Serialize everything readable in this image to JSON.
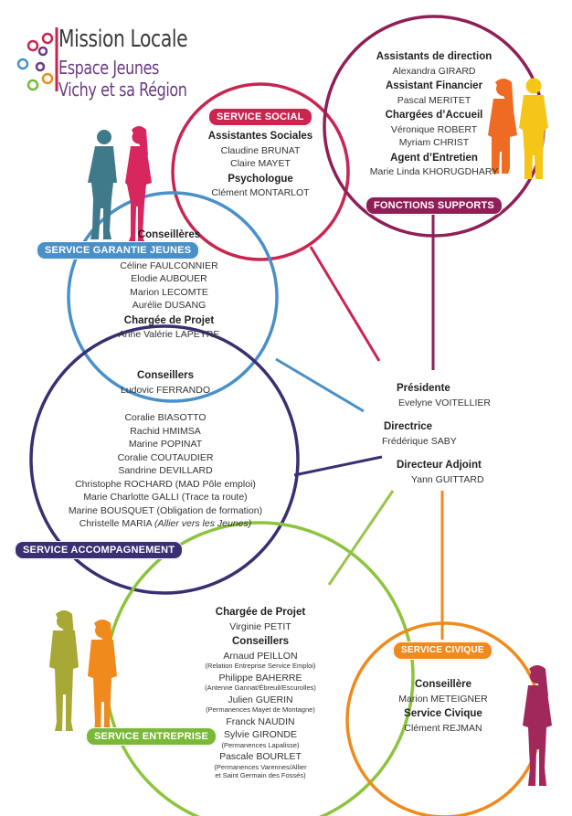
{
  "logo": {
    "line1": "Mission Locale",
    "line2": "Espace Jeunes",
    "line3": "Vichy et sa Région"
  },
  "colors": {
    "social": "#c8254f",
    "supports": "#8e1f57",
    "garantie": "#4a90c8",
    "accompagnement": "#3a2f72",
    "entreprise": "#7ab83a",
    "civique": "#f08a1c"
  },
  "service_social": {
    "badge": "SERVICE SOCIAL",
    "h1": "Assistantes Sociales",
    "p1": "Claudine BRUNAT",
    "p2": "Claire MAYET",
    "h2": "Psychologue",
    "p3": "Clément MONTARLOT"
  },
  "fonctions_supports": {
    "badge": "FONCTIONS SUPPORTS",
    "h1": "Assistants de direction",
    "p1": "Alexandra GIRARD",
    "h2": "Assistant Financier",
    "p2": "Pascal MERITET",
    "h3": "Chargées d’Accueil",
    "p3": "Véronique ROBERT",
    "p4": "Myriam CHRIST",
    "h4": "Agent d’Entretien",
    "p5": "Marie Linda KHORUGDHARY"
  },
  "garantie_jeunes": {
    "badge": "SERVICE GARANTIE JEUNES",
    "h1": "Conseillères",
    "p1": "Céline FAULCONNIER",
    "p2": "Elodie AUBOUER",
    "p3": "Marion LECOMTE",
    "p4": "Aurélie DUSANG",
    "h2": "Chargée de Projet",
    "p5": "Anne Valérie LAPEYRE"
  },
  "accompagnement": {
    "badge": "SERVICE ACCOMPAGNEMENT",
    "h1": "Conseillers",
    "p1": "Ludovic FERRANDO",
    "p2": "Coralie BIASOTTO",
    "p3": "Rachid HMIMSA",
    "p4": "Marine POPINAT",
    "p5": "Coralie COUTAUDIER",
    "p6": "Sandrine DEVILLARD",
    "p7": "Christophe ROCHARD (MAD Pôle emploi)",
    "p8": "Marie Charlotte GALLI (Trace ta route)",
    "p9": "Marine BOUSQUET (Obligation de formation)",
    "p10a": "Christelle MARIA ",
    "p10b": "(Allier vers les Jeunes)"
  },
  "direction": {
    "h1": "Présidente",
    "p1": "Evelyne VOITELLIER",
    "h2": "Directrice",
    "p2": "Frédérique SABY",
    "h3": "Directeur Adjoint",
    "p3": "Yann GUITTARD"
  },
  "entreprise": {
    "badge": "SERVICE ENTREPRISE",
    "h1": "Chargée de Projet",
    "p1": "Virginie PETIT",
    "h2": "Conseillers",
    "p2": "Arnaud PEILLON",
    "s2": "(Relation Entreprise Service Emploi)",
    "p3": "Philippe BAHERRE",
    "s3": "(Antenne Gannat/Ébreuil/Escurolles)",
    "p4": "Julien GUERIN",
    "s4": "(Permanences Mayet de Montagne)",
    "p5": "Franck NAUDIN",
    "p6": "Sylvie GIRONDE",
    "s6": "(Permanences Lapalisse)",
    "p7": "Pascale BOURLET",
    "s7a": "(Permanences Varennes/Allier",
    "s7b": "et Saint Germain des Fossés)"
  },
  "civique": {
    "badge": "SERVICE CIVIQUE",
    "h1": "Conseillère",
    "p1": "Marion METEIGNER",
    "h2": "Service Civique",
    "p2": "Clément REJMAN"
  }
}
